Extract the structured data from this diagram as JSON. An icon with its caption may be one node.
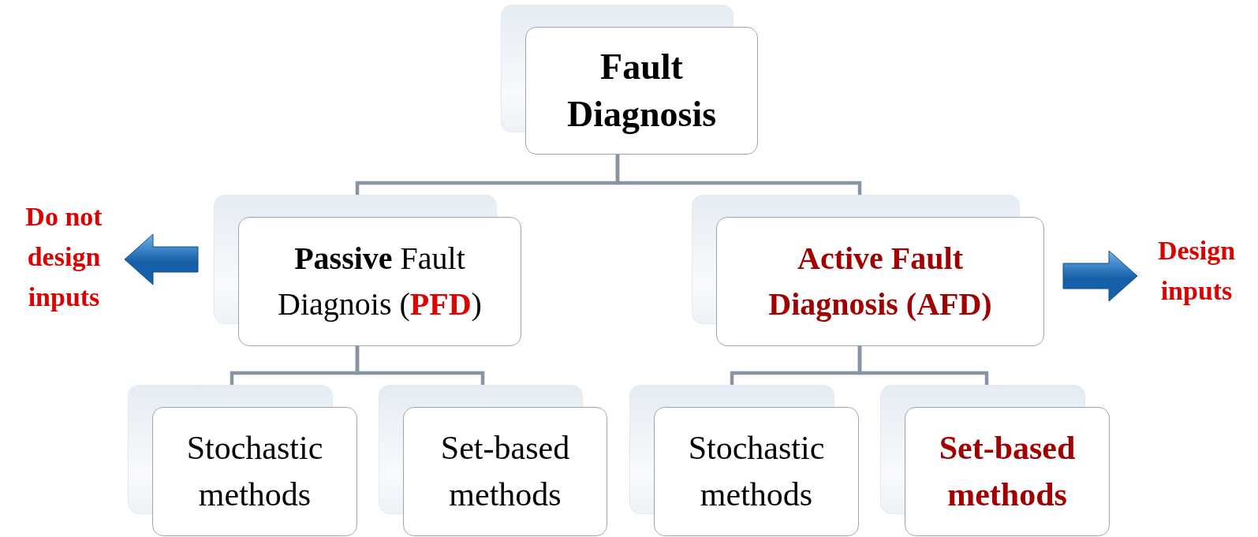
{
  "diagram": {
    "nodes": [
      {
        "text": [
          "Fault Diagnosis"
        ]
      },
      {
        "text": [
          "**Passive** Fault Diagnois (**PFD**)"
        ]
      },
      {
        "text": [
          "Active Fault Diagnosis (AFD)"
        ]
      },
      {
        "text": [
          "Stochastic methods"
        ]
      },
      {
        "text": [
          "Set-based methods"
        ]
      },
      {
        "text": [
          "Stochastic methods"
        ]
      },
      {
        "text": [
          "Set-based methods"
        ]
      },
      {
        "text": [
          "Do not design inputs"
        ]
      },
      {
        "text": [
          "Design inputs"
        ]
      }
    ],
    "edges": [
      {
        "from": 0,
        "to": 1,
        "arrow": "none"
      },
      {
        "from": 0,
        "to": 2,
        "arrow": "none"
      },
      {
        "from": 1,
        "to": 3,
        "arrow": "none"
      },
      {
        "from": 1,
        "to": 4,
        "arrow": "none"
      },
      {
        "from": 2,
        "to": 5,
        "arrow": "none"
      },
      {
        "from": 2,
        "to": 6,
        "arrow": "none"
      },
      {
        "from": 1,
        "to": 7,
        "arrow": "to",
        "style": "thick",
        "color": "#1560a8"
      },
      {
        "from": 2,
        "to": 8,
        "arrow": "to",
        "style": "thick",
        "color": "#1560a8"
      }
    ]
  }
}
